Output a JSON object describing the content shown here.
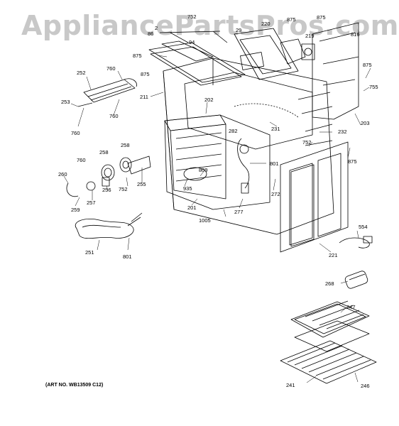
{
  "watermark": "AppliancePartsPros.com",
  "art_number": "(ART NO. WB13509 C12)",
  "part_labels": [
    {
      "id": "l752a",
      "text": "752"
    },
    {
      "id": "l2",
      "text": "2"
    },
    {
      "id": "l94",
      "text": "94"
    },
    {
      "id": "l86",
      "text": "86"
    },
    {
      "id": "l875a",
      "text": "875"
    },
    {
      "id": "l220",
      "text": "220"
    },
    {
      "id": "l29",
      "text": "29"
    },
    {
      "id": "l875b",
      "text": "875"
    },
    {
      "id": "l875c",
      "text": "875"
    },
    {
      "id": "l219",
      "text": "219"
    },
    {
      "id": "l816",
      "text": "816"
    },
    {
      "id": "l875d",
      "text": "875"
    },
    {
      "id": "l755",
      "text": "755"
    },
    {
      "id": "l203",
      "text": "203"
    },
    {
      "id": "l875e",
      "text": "875"
    },
    {
      "id": "l211",
      "text": "211"
    },
    {
      "id": "l202",
      "text": "202"
    },
    {
      "id": "l231",
      "text": "231"
    },
    {
      "id": "l232",
      "text": "232"
    },
    {
      "id": "l752b",
      "text": "752"
    },
    {
      "id": "l875f",
      "text": "875"
    },
    {
      "id": "l252",
      "text": "252"
    },
    {
      "id": "l760a",
      "text": "760"
    },
    {
      "id": "l253",
      "text": "253"
    },
    {
      "id": "l760b",
      "text": "760"
    },
    {
      "id": "l760c",
      "text": "760"
    },
    {
      "id": "l282",
      "text": "282"
    },
    {
      "id": "l801a",
      "text": "801"
    },
    {
      "id": "l809",
      "text": "809"
    },
    {
      "id": "l935",
      "text": "935"
    },
    {
      "id": "l760d",
      "text": "760"
    },
    {
      "id": "l258a",
      "text": "258"
    },
    {
      "id": "l258b",
      "text": "258"
    },
    {
      "id": "l260",
      "text": "260"
    },
    {
      "id": "l256",
      "text": "256"
    },
    {
      "id": "l752c",
      "text": "752"
    },
    {
      "id": "l255",
      "text": "255"
    },
    {
      "id": "l257",
      "text": "257"
    },
    {
      "id": "l259",
      "text": "259"
    },
    {
      "id": "l201",
      "text": "201"
    },
    {
      "id": "l272",
      "text": "272"
    },
    {
      "id": "l277",
      "text": "277"
    },
    {
      "id": "l1005",
      "text": "1005"
    },
    {
      "id": "l554",
      "text": "554"
    },
    {
      "id": "l221",
      "text": "221"
    },
    {
      "id": "l251",
      "text": "251"
    },
    {
      "id": "l801b",
      "text": "801"
    },
    {
      "id": "l268",
      "text": "268"
    },
    {
      "id": "l247",
      "text": "247"
    },
    {
      "id": "l241",
      "text": "241"
    },
    {
      "id": "l246",
      "text": "246"
    }
  ]
}
